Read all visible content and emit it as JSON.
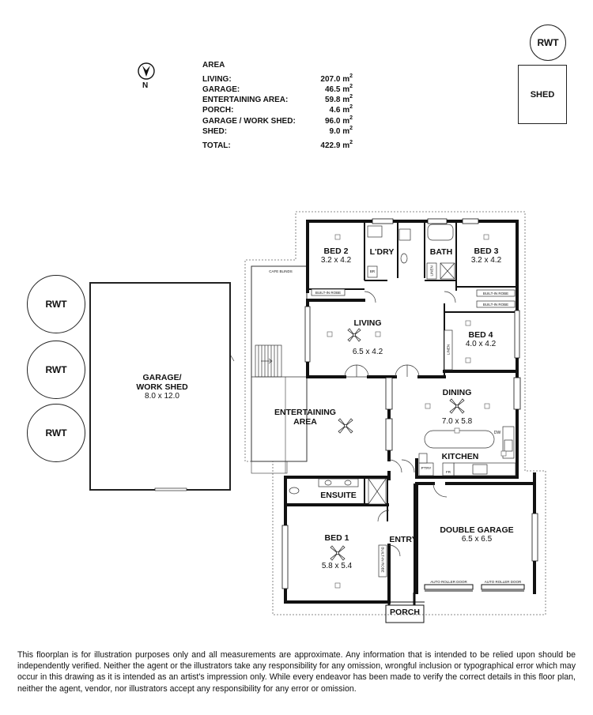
{
  "compass": {
    "label": "N"
  },
  "area": {
    "title": "AREA",
    "rows": [
      {
        "name": "LIVING:",
        "value": "207.0 m",
        "unit_sup": "2"
      },
      {
        "name": "GARAGE:",
        "value": "46.5 m",
        "unit_sup": "2"
      },
      {
        "name": "ENTERTAINING AREA:",
        "value": "59.8 m",
        "unit_sup": "2"
      },
      {
        "name": "PORCH:",
        "value": "4.6 m",
        "unit_sup": "2"
      },
      {
        "name": "GARAGE / WORK SHED:",
        "value": "96.0 m",
        "unit_sup": "2"
      },
      {
        "name": "SHED:",
        "value": "9.0 m",
        "unit_sup": "2"
      }
    ],
    "total": {
      "name": "TOTAL:",
      "value": "422.9 m",
      "unit_sup": "2"
    }
  },
  "tanks": {
    "rwt_label": "RWT"
  },
  "shed": {
    "label": "SHED"
  },
  "rooms": {
    "garage_shed": {
      "name_line1": "GARAGE/",
      "name_line2": "WORK SHED",
      "dim": "8.0 x 12.0"
    },
    "bed2": {
      "name": "BED 2",
      "dim": "3.2 x 4.2"
    },
    "ldry": {
      "name": "L'DRY"
    },
    "bath": {
      "name": "BATH"
    },
    "bed3": {
      "name": "BED 3",
      "dim": "3.2 x 4.2"
    },
    "living": {
      "name": "LIVING",
      "dim": "6.5 x 4.2"
    },
    "bed4": {
      "name": "BED 4",
      "dim": "4.0 x 4.2"
    },
    "dining": {
      "name": "DINING",
      "dim": "7.0 x 5.8"
    },
    "kitchen": {
      "name": "KITCHEN"
    },
    "entertaining": {
      "name_line1": "ENTERTAINING",
      "name_line2": "AREA"
    },
    "ensuite": {
      "name": "ENSUITE"
    },
    "bed1": {
      "name": "BED 1",
      "dim": "5.8 x 5.4"
    },
    "entry": {
      "name": "ENTRY"
    },
    "double_garage": {
      "name": "DOUBLE GARAGE",
      "dim": "6.5 x 6.5"
    },
    "porch": {
      "name": "PORCH"
    }
  },
  "fixtures": {
    "cafe_blinds": "CAFE BLINDS",
    "built_in_robe": "BUILT-IN ROBE",
    "linen": "LINEN",
    "br": "BR",
    "dw": "DW",
    "fr": "FR",
    "pantry": "P'TRY",
    "auto_roller_door": "AUTO ROLLER DOOR"
  },
  "disclaimer": "This floorplan is for illustration purposes only and all measurements are approximate. Any information that is intended to be relied upon should be independently verified. Neither the agent or the illustrators take any responsibility for any omission, wrongful inclusion or typographical error which may occur in this drawing as it is intended as an artist's impression only. While every endeavor has been made to verify the correct details in this floor plan, neither the agent, vendor, nor illustrators accept any responsibility for any error or omission."
}
